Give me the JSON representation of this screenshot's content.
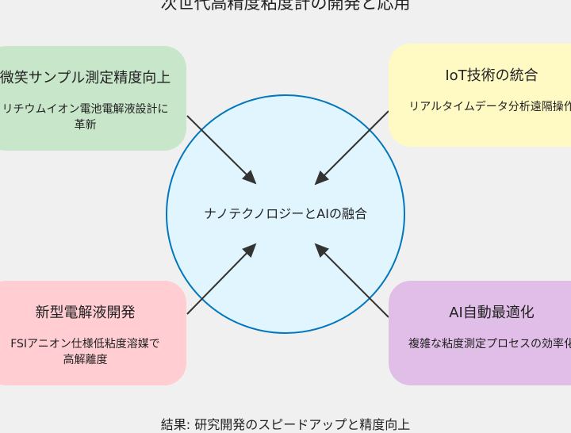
{
  "title": "次世代高精度粘度計の開発と応用",
  "center": "ナノテクノロジーとAIの融合",
  "boxes": {
    "green": {
      "heading": "微笑サンプル測定精度向上",
      "sub": "リチウムイオン電池電解液設計に",
      "sub2": "革新",
      "color": "#c8e6c9"
    },
    "yellow": {
      "heading": "IoT技術の統合",
      "sub": "リアルタイムデータ分析遠隔操作",
      "color": "#fff9c4"
    },
    "pink": {
      "heading": "新型電解液開発",
      "sub": "FSIアニオン仕様低粘度溶媒で",
      "sub2": "高解離度",
      "color": "#ffcdd2"
    },
    "purple": {
      "heading": "AI自動最適化",
      "sub": "複雑な粘度測定プロセスの効率化",
      "color": "#e1bee7"
    }
  },
  "footer": "結果: 研究開発のスピードアップと精度向上"
}
